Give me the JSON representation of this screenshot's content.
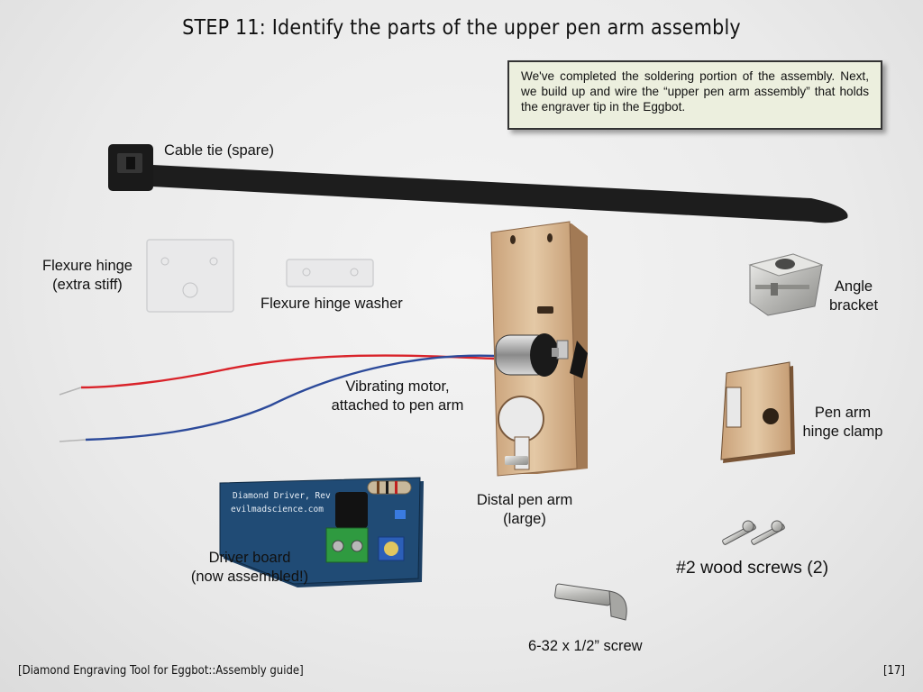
{
  "slide": {
    "title": "STEP 11: Identify the parts of the upper pen arm assembly",
    "note": "We've completed the soldering portion of the assembly. Next, we build up and wire the “upper pen arm assembly” that holds the engraver tip in the Eggbot.",
    "footer_left": "[Diamond Engraving Tool for Eggbot::Assembly guide]",
    "footer_right": "[17]"
  },
  "labels": {
    "cable_tie": "Cable tie (spare)",
    "flexure_hinge_1": "Flexure hinge",
    "flexure_hinge_2": "(extra stiff)",
    "washer": "Flexure hinge washer",
    "angle_1": "Angle",
    "angle_2": "bracket",
    "motor_1": "Vibrating motor,",
    "motor_2": "attached to pen arm",
    "clamp_1": "Pen arm",
    "clamp_2": "hinge clamp",
    "distal_1": "Distal pen arm",
    "distal_2": "(large)",
    "driver_1": "Driver board",
    "driver_2": "(now assembled!)",
    "wood_screws": "#2 wood screws (2)",
    "screw": "6-32 x 1/2” screw"
  },
  "board": {
    "line1": "Diamond Driver, Rev A",
    "line2": "evilmadscience.com"
  }
}
